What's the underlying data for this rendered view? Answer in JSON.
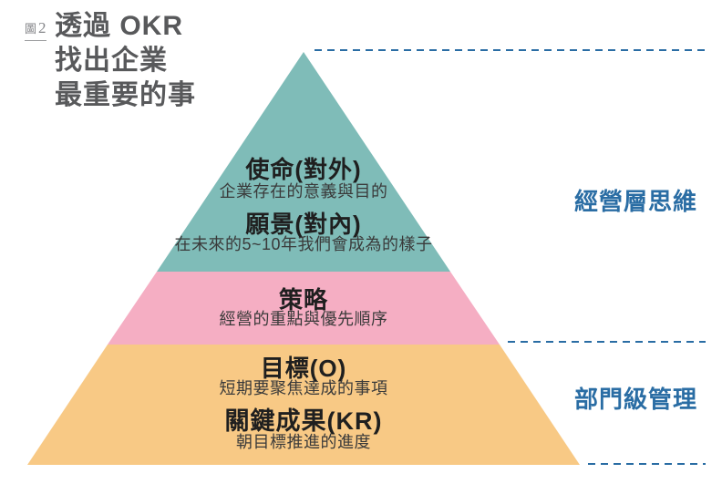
{
  "colors": {
    "accent_blue": "#2a6da4",
    "teal": "#7fbcb8",
    "pink": "#f5aec3",
    "orange": "#f8c985",
    "title_gray": "#58595b"
  },
  "figure_label": {
    "prefix": "圖",
    "number": "2"
  },
  "title": {
    "line1": "透過 OKR",
    "line2": "找出企業",
    "line3": "最重要的事"
  },
  "pyramid": {
    "levels": [
      {
        "name": "mission-vision",
        "fill": "#7fbcb8",
        "entries": [
          {
            "heading": "使命(對外)",
            "desc": "企業存在的意義與目的"
          },
          {
            "heading": "願景(對內)",
            "desc": "在未來的5~10年我們會成為的樣子"
          }
        ]
      },
      {
        "name": "strategy",
        "fill": "#f5aec3",
        "entries": [
          {
            "heading": "策略",
            "desc": "經營的重點與優先順序"
          }
        ]
      },
      {
        "name": "objectives-key-results",
        "fill": "#f8c985",
        "entries": [
          {
            "heading": "目標(O)",
            "desc": "短期要聚焦達成的事項"
          },
          {
            "heading": "關鍵成果(KR)",
            "desc": "朝目標推進的進度"
          }
        ]
      }
    ]
  },
  "side_labels": {
    "upper": "經營層思維",
    "lower": "部門級管理"
  }
}
